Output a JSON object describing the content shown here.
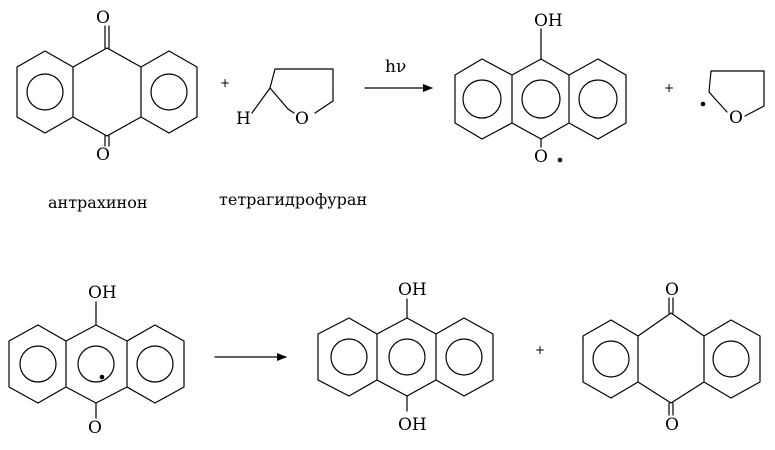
{
  "equation_1": {
    "reactant_1": {
      "atoms": [
        "O",
        "O"
      ],
      "name": "антрахинон"
    },
    "plus_1": "+",
    "reactant_2": {
      "atoms": [
        "H",
        "O"
      ],
      "name": "тетрагидрофуран"
    },
    "condition": "hν",
    "product_1": {
      "atoms": [
        "OH",
        "O"
      ]
    },
    "plus_2": "+",
    "product_2": {
      "atoms": [
        "O"
      ]
    }
  },
  "equation_2": {
    "reactant_1": {
      "atoms": [
        "OH",
        "O"
      ]
    },
    "product_1": {
      "atoms": [
        "OH",
        "OH"
      ]
    },
    "plus_1": "+",
    "product_2": {
      "atoms": [
        "O",
        "O"
      ]
    }
  }
}
